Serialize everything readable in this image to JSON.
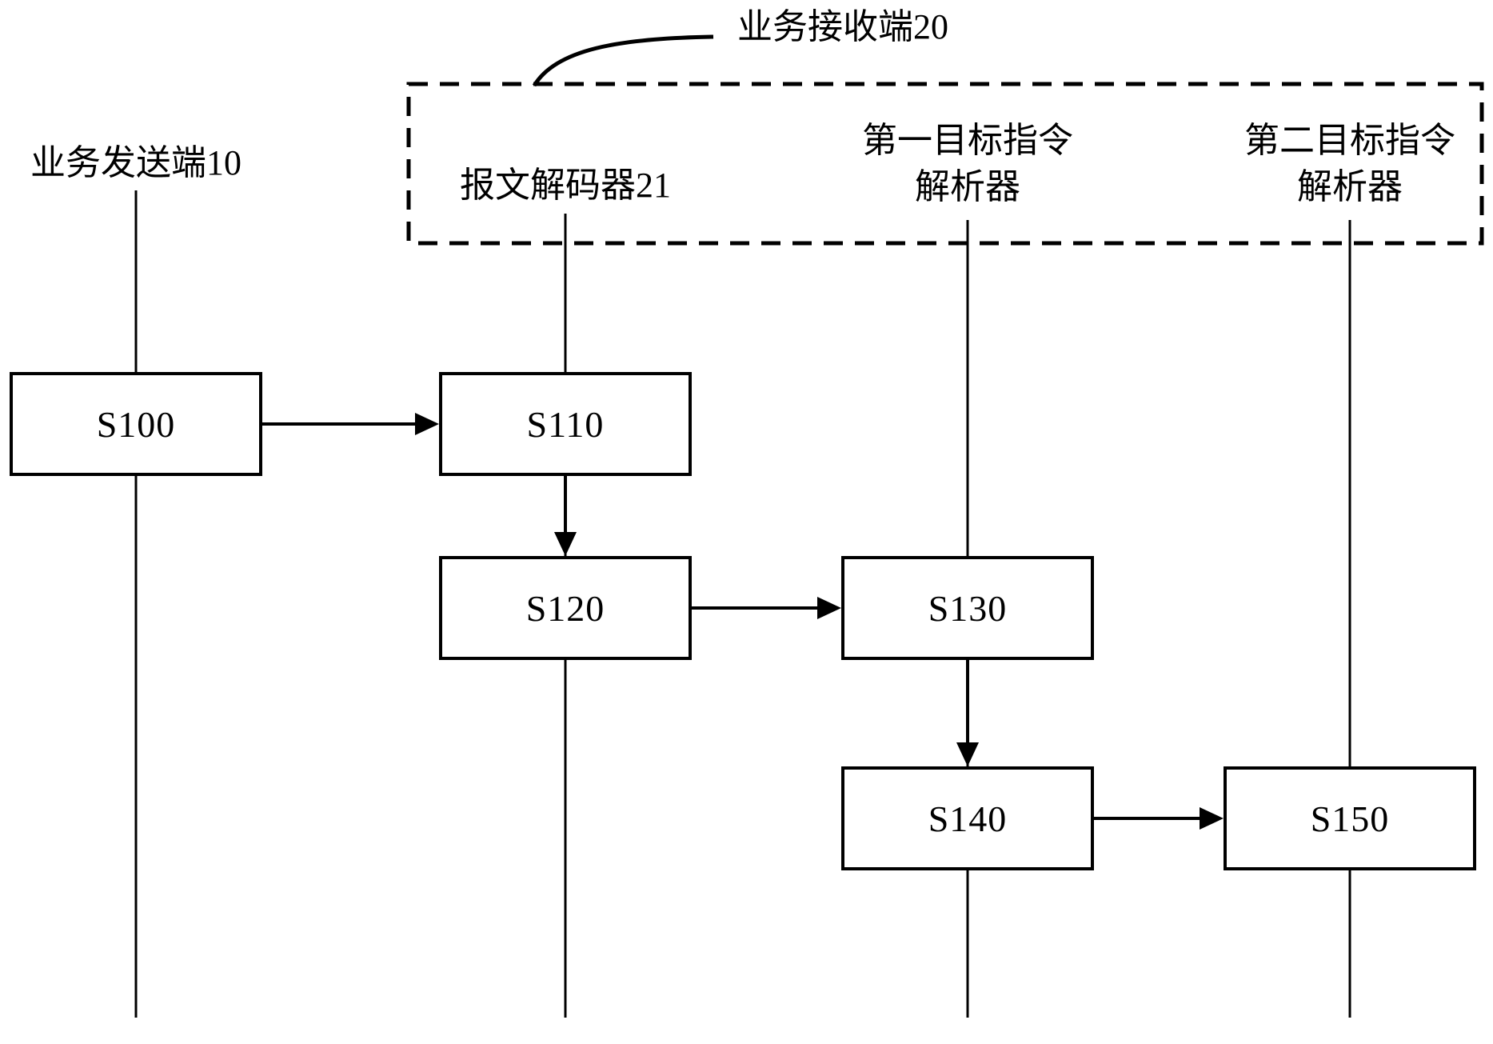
{
  "figure": {
    "top_label": "业务接收端20",
    "sender": {
      "label": "业务发送端10"
    },
    "receiver_box": {
      "decoder": {
        "label": "报文解码器21"
      },
      "parser1": {
        "line1": "第一目标指令",
        "line2": "解析器"
      },
      "parser2": {
        "line1": "第二目标指令",
        "line2": "解析器"
      }
    },
    "steps": {
      "s100": "S100",
      "s110": "S110",
      "s120": "S120",
      "s130": "S130",
      "s140": "S140",
      "s150": "S150"
    },
    "colors": {
      "line": "#000000",
      "background": "#ffffff"
    }
  }
}
